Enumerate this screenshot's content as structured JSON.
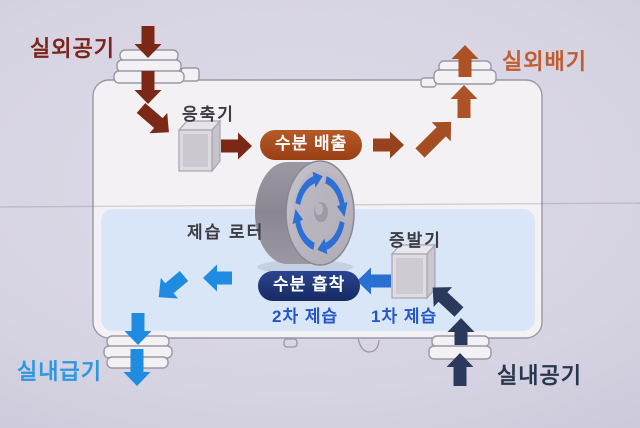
{
  "diagram": {
    "flow": {
      "outdoor_air": "실외공기",
      "outdoor_exhaust": "실외배기",
      "indoor_supply": "실내급기",
      "indoor_air": "실내공기"
    },
    "components": {
      "condenser": "응축기",
      "rotor": "제습 로터",
      "evaporator": "증발기"
    },
    "process": {
      "moisture_discharge": "수분 배출",
      "moisture_adsorption": "수분 흡착",
      "secondary_dehumidification": "2차 제습",
      "primary_dehumidification": "1차 제습"
    },
    "colors": {
      "outdoor_air_arrow": "#7b2817",
      "outdoor_exhaust_arrow": "#ad5226",
      "indoor_supply_arrow": "#1f8ce2",
      "indoor_air_arrow": "#2b3a5c",
      "adsorption_feed_arrow": "#2a6fd2",
      "rotor_rotation_arrow": "#2e6fd6",
      "discharge_badge": "#a85220",
      "adsorption_badge": "#1d3480",
      "outdoor_air_text": "#7c241a",
      "outdoor_exhaust_text": "#c05c2e",
      "indoor_supply_text": "#2e97e2",
      "indoor_air_text": "#273750",
      "dehumid_step_text": "#2457c5",
      "machine_body": "#f4f1f5",
      "bottom_panel": "#d9e6f7"
    }
  }
}
